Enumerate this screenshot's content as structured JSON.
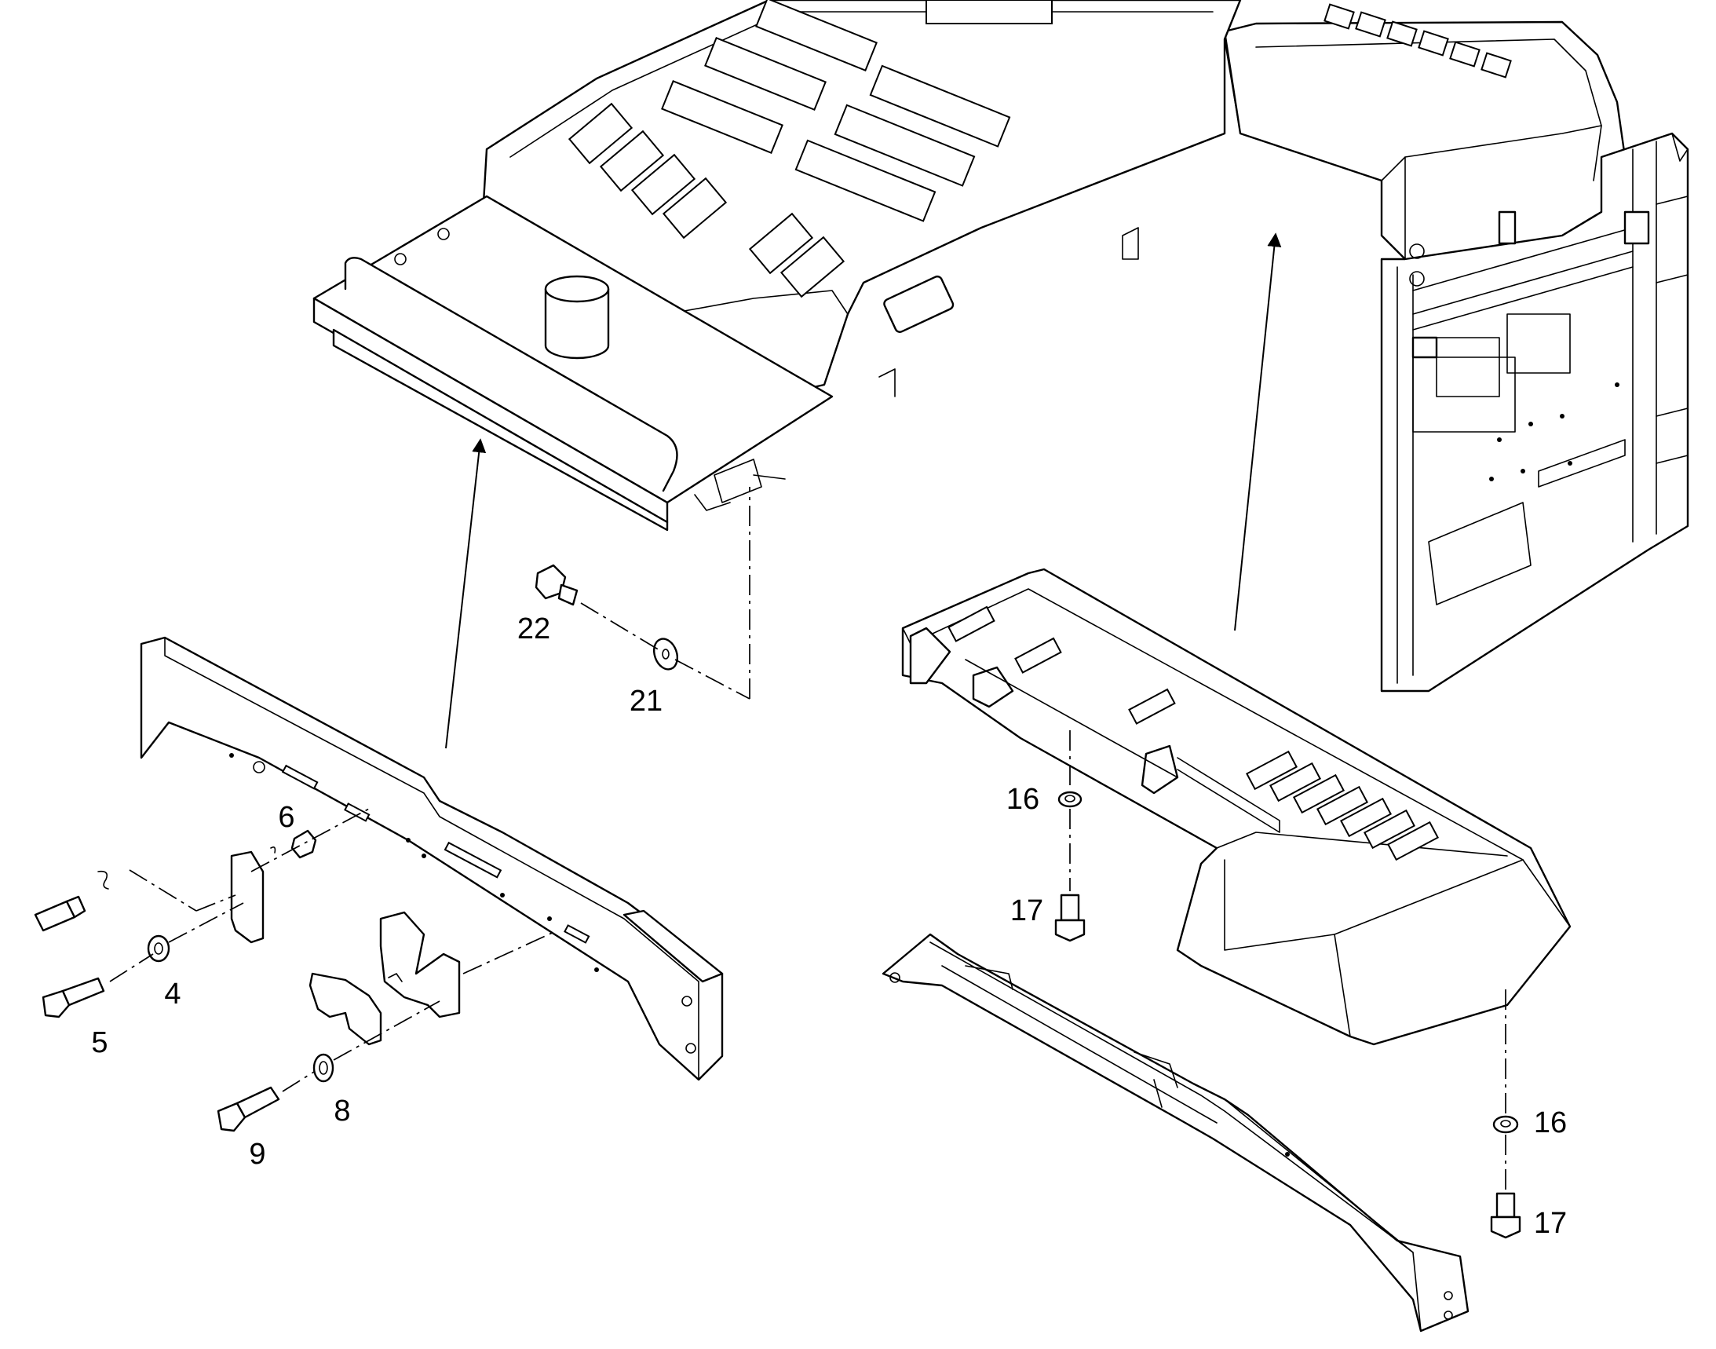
{
  "callouts": {
    "c4": "4",
    "c5": "5",
    "c6": "6",
    "c8": "8",
    "c9": "9",
    "c16a": "16",
    "c16b": "16",
    "c17a": "17",
    "c17b": "17",
    "c21": "21",
    "c22": "22"
  },
  "colors": {
    "line": "#000000",
    "background": "#ffffff"
  }
}
